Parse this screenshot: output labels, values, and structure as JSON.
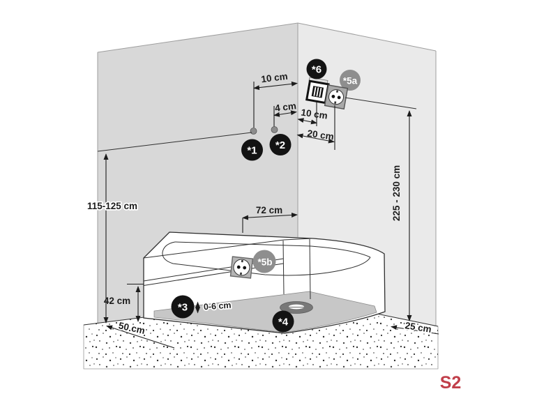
{
  "page": {
    "code": "S2"
  },
  "dimensions": {
    "pipe1_offset": "10 cm",
    "pipe2_offset": "4 cm",
    "box_offset_grille": "10 cm",
    "box_offset_socket": "20 cm",
    "pipes_height": "115-125 cm",
    "tub_socket_offset": "72 cm",
    "box_height": "225 - 230 cm",
    "apron_height": "42 cm",
    "base_adjustment": "0-6 cm",
    "wall_clearance_left": "50 cm",
    "wall_clearance_right": "25 cm"
  },
  "markers": {
    "m1": "*1",
    "m2": "*2",
    "m3": "*3",
    "m4": "*4",
    "m5a": "*5a",
    "m5b": "*5b",
    "m6": "*6"
  },
  "colors": {
    "wall_left": "#d8d8d8",
    "wall_right": "#eaeaea",
    "tub_base": "#c7c7c7",
    "badge_dark": "#131313",
    "badge_gray": "#8e8e8e",
    "accent": "#c13f4a"
  },
  "icons": {
    "junction_box": "vent-grille-icon",
    "wall_socket": "power-socket-icon",
    "tub_socket": "power-socket-icon",
    "drain": "drain-icon"
  }
}
